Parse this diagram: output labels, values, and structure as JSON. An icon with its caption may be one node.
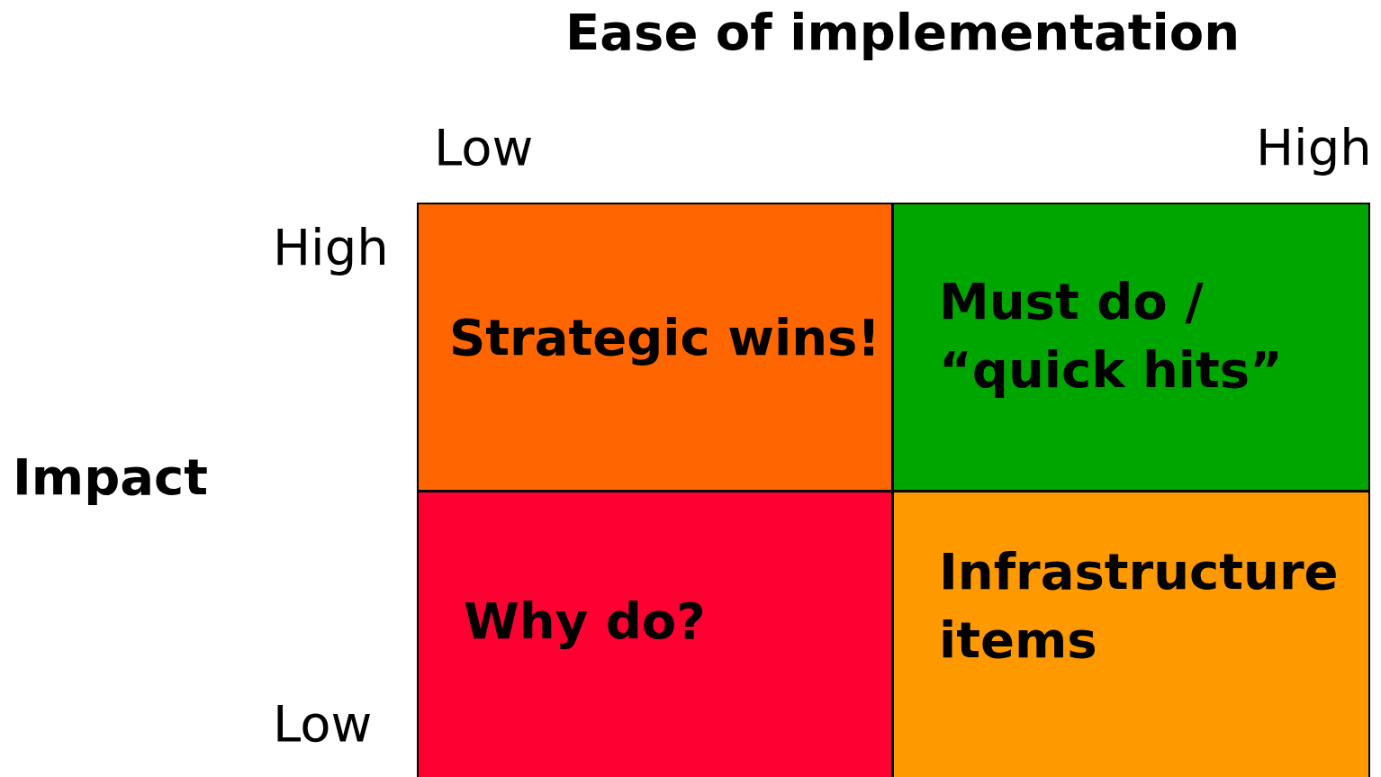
{
  "diagram": {
    "nodes": [
      {
        "text": [
          "Strategic wins!"
        ]
      },
      {
        "text": [
          "Must do / “quick hits”"
        ]
      },
      {
        "text": [
          "Why do?"
        ]
      },
      {
        "text": [
          "Infrastructure items"
        ]
      }
    ],
    "edges": [],
    "labels": [
      "Ease of implementation",
      "Low",
      "High",
      "High",
      "Impact",
      "Low"
    ]
  }
}
